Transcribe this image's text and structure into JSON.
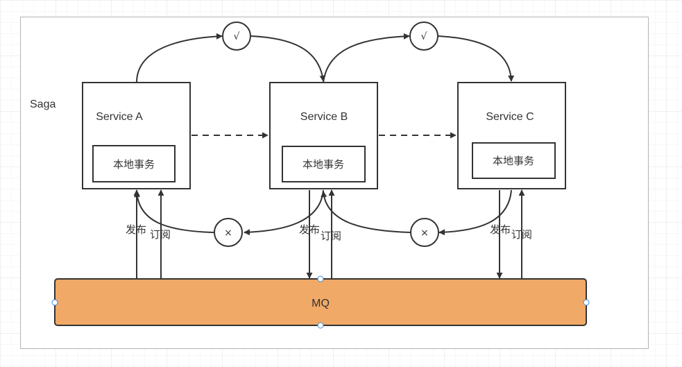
{
  "diagram": {
    "title": "Saga",
    "services": [
      {
        "name": "Service A",
        "tx": "本地事务"
      },
      {
        "name": "Service B",
        "tx": "本地事务"
      },
      {
        "name": "Service C",
        "tx": "本地事务"
      }
    ],
    "queue_label": "MQ",
    "publish_label": "发布",
    "subscribe_label": "订阅",
    "success_symbol": "√",
    "failure_symbol": "×",
    "colors": {
      "background_grid": "#e9e9e9",
      "frame_border": "#b3b3b3",
      "queue_fill": "#f0a966",
      "stroke": "#333333",
      "selection_handle": "#3d8bd6"
    }
  }
}
